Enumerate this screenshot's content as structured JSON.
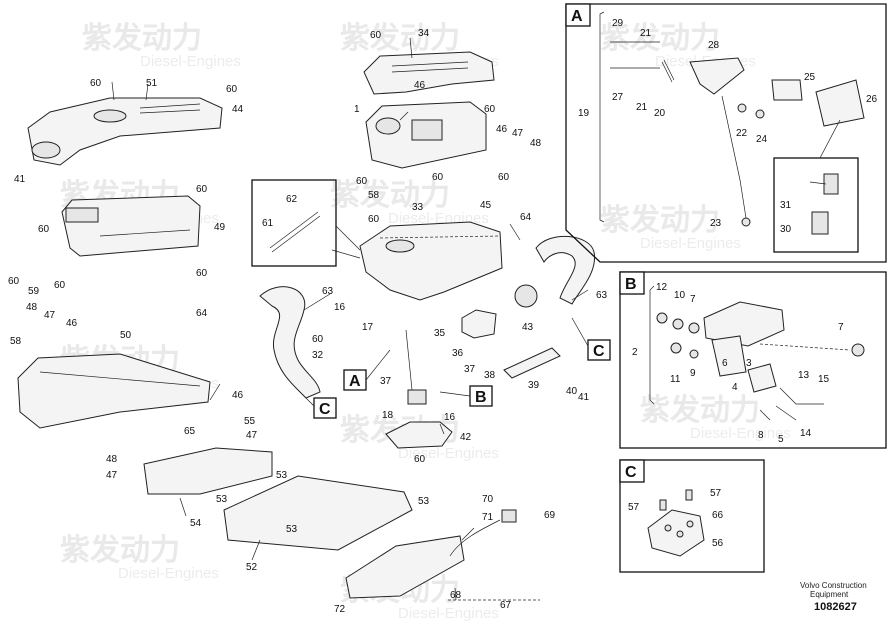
{
  "watermark": {
    "cn": "紫发动力",
    "en": "Diesel-Engines"
  },
  "footer": {
    "company": "Volvo Construction",
    "subtitle": "Equipment",
    "number": "1082627"
  },
  "detail_panels": [
    {
      "id": "A"
    },
    {
      "id": "B"
    },
    {
      "id": "C"
    }
  ],
  "view_markers": [
    "A",
    "B",
    "C",
    "C"
  ],
  "callouts": {
    "main": [
      "60",
      "51",
      "60",
      "44",
      "41",
      "34",
      "60",
      "46",
      "60",
      "1",
      "47",
      "46",
      "48",
      "60",
      "60",
      "60",
      "60",
      "49",
      "60",
      "60",
      "60",
      "60",
      "59",
      "58",
      "60",
      "33",
      "45",
      "64",
      "61",
      "62",
      "63",
      "63",
      "64",
      "48",
      "47",
      "46",
      "50",
      "58",
      "16",
      "17",
      "60",
      "35",
      "32",
      "43",
      "36",
      "37",
      "38",
      "39",
      "40",
      "41",
      "37",
      "18",
      "16",
      "42",
      "46",
      "55",
      "47",
      "65",
      "60",
      "48",
      "47",
      "53",
      "53",
      "53",
      "53",
      "54",
      "52",
      "70",
      "71",
      "69",
      "72",
      "68",
      "67"
    ],
    "panel_a": [
      "29",
      "21",
      "28",
      "19",
      "27",
      "21",
      "20",
      "25",
      "26",
      "22",
      "24",
      "23",
      "31",
      "30"
    ],
    "panel_b": [
      "12",
      "10",
      "7",
      "2",
      "7",
      "6",
      "11",
      "9",
      "4",
      "3",
      "13",
      "15",
      "8",
      "5",
      "14"
    ],
    "panel_c": [
      "57",
      "57",
      "66",
      "56"
    ]
  }
}
